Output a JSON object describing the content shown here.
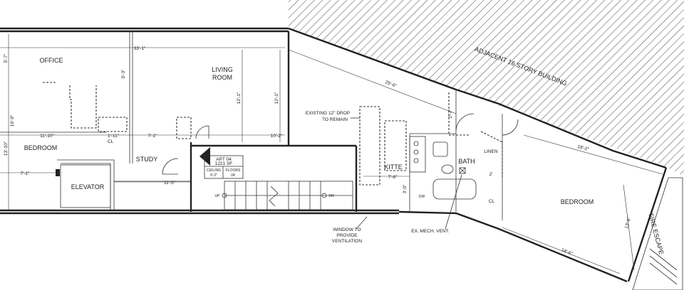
{
  "rooms": {
    "office": "OFFICE",
    "bedroom_left": "BEDROOM",
    "living_room_1": "LIVING",
    "living_room_2": "ROOM",
    "study": "STUDY",
    "elevator": "ELEVATOR",
    "kitchen": "KITTE",
    "bath": "BATH",
    "linen": "LINEN",
    "bedroom_right": "BEDROOM",
    "cl_left": "CL",
    "cl_right": "CL",
    "dw": "DW"
  },
  "apt_tag": {
    "name": "APT 04",
    "area": "1221 SF",
    "ceiling_label": "CEILING",
    "ceiling_value": "9'-2\"",
    "floors_label": "FLOORS",
    "floors_value": "04"
  },
  "dimensions": {
    "overall_width": "33'-1\"",
    "office_height": "5'-7\"",
    "office_side": "9'-3\"",
    "left_height_a": "19'-9\"",
    "left_height_b": "13'-10\"",
    "living_height_a": "12'-1\"",
    "living_height_b": "12'-1\"",
    "bedroom_width": "11'-10\"",
    "hall_gap": "1'-11\"",
    "hall_width": "7'-1\"",
    "living_width": "10'-2\"",
    "elevator_width": "7'-1\"",
    "study_width": "11'-5\"",
    "kitchen_width": "7'-6\"",
    "kitchen_side": "3'-0\"",
    "diag_length": "25'-6\"",
    "bath_height": "2'-7\"",
    "bath_gap": "2'",
    "bedroom_right_width": "18'-2\"",
    "bedroom_right_height": "13'-6\"",
    "bedroom_right_bottom": "14'-6\""
  },
  "notes": {
    "adjacent_building": "ADJACENT 16 STORY BUILDING",
    "drop_line1": "EXISTING 12\" DROP",
    "drop_line2": "TO REMAIN",
    "window_line1": "WINDOW TO",
    "window_line2": "PROVIDE",
    "window_line3": "VENTILATION",
    "mech_vent": "EX. MECH. VENT.",
    "fire_escape": "FIRE ESCAPE",
    "stair_up": "UP",
    "stair_dn": "DN"
  }
}
